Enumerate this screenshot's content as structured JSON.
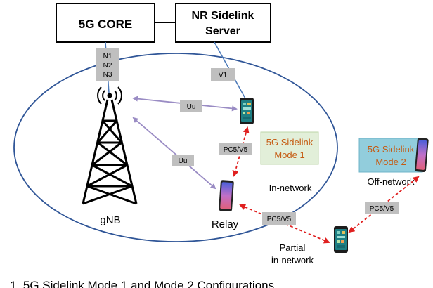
{
  "boxes": {
    "core": "5G CORE",
    "server_line1": "NR Sidelink",
    "server_line2": "Server"
  },
  "core_interfaces": [
    "N1",
    "N2",
    "N3"
  ],
  "links": {
    "v1": "V1",
    "uu_top": "Uu",
    "uu_lower": "Uu",
    "pc5_vertical": "PC5/V5",
    "pc5_horizontal": "PC5/V5",
    "pc5_offnetwork": "PC5/V5"
  },
  "modes": {
    "mode1_line1": "5G Sidelink",
    "mode1_line2": "Mode 1",
    "mode2_line1": "5G Sidelink",
    "mode2_line2": "Mode 2"
  },
  "labels": {
    "gnb": "gNB",
    "relay": "Relay",
    "in_network": "In-network",
    "off_network": "Off-network",
    "partial_line1": "Partial",
    "partial_line2": "in-network"
  },
  "caption": "1.   5G Sidelink Mode 1 and Mode 2 Configurations",
  "colors": {
    "ellipse": "#2f5597",
    "link_line": "#4a78b8",
    "uu_arrow": "#9a8cc4",
    "pc5_arrow": "#e02020",
    "label_box": "#bfbfbf",
    "mode1_fill": "#e2efd9",
    "mode1_text": "#c55a11",
    "mode2_fill": "#92cddc",
    "mode2_text": "#c55a11"
  }
}
